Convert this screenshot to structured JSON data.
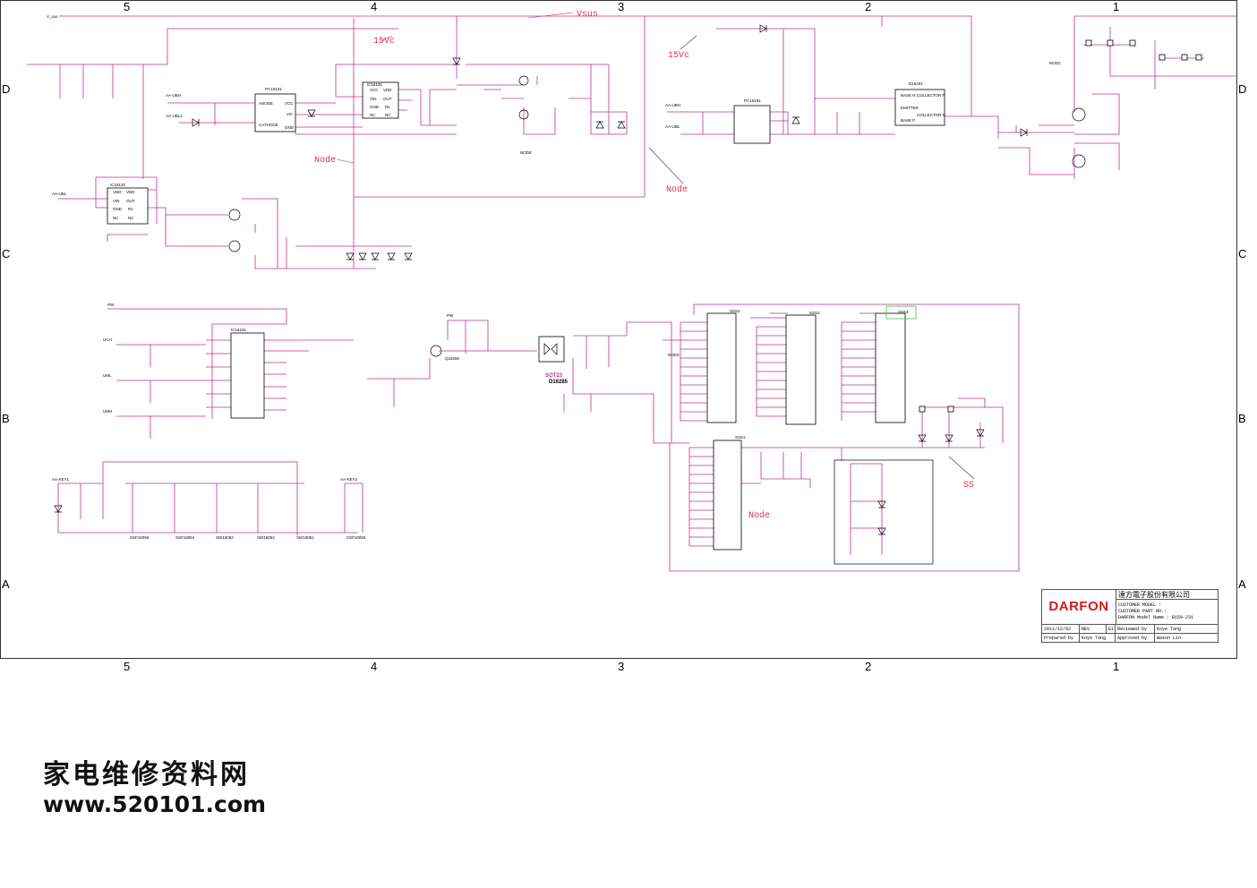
{
  "zones": {
    "columns": [
      "5",
      "4",
      "3",
      "2",
      "1"
    ],
    "rows": [
      "D",
      "C",
      "B",
      "A"
    ]
  },
  "net_labels": {
    "vsus": "Vsus",
    "v15_a": "15Vc",
    "v15_b": "15Vc",
    "node_a": "Node",
    "node_b": "Node",
    "node_c": "Node",
    "ss": "SS"
  },
  "components": {
    "ic_top": "IC16131",
    "pc_top": "PC16131",
    "ic_left": "IC16132",
    "pc_right": "PC16191",
    "d_right": "D16191",
    "ic_mid": "IC16241",
    "q_mid": "Q16290",
    "d_mid": "D16285",
    "sot": "SOT23",
    "sss2": "SSS2",
    "sss3": "SSS3",
    "sss1": "SSS1",
    "ss_box": "SSS4",
    "sw1": "SSF16056",
    "sw2": "SSF16054",
    "sw3": "SW16053",
    "sw4": "SW16052",
    "sw5": "SW16051",
    "sw6": "SSF16050"
  },
  "pins": {
    "pc_top": [
      "ANODE",
      "CATHODE",
      "VCC",
      "VO",
      "GND"
    ],
    "ic_top": [
      "VCC",
      "VDD",
      "VIN",
      "OUT",
      "GND",
      "Rs",
      "NC",
      "NC"
    ],
    "ic_left": [
      "VDD",
      "VDD",
      "VIN",
      "OUT",
      "GND",
      "Rs",
      "NC",
      "NC"
    ],
    "d_right": [
      "BASE N COLLECTOR P",
      "EMITTER",
      "BASE P",
      "COLLECTOR N"
    ]
  },
  "signals": {
    "v_sus": "V_sus",
    "aa_ubh": "AA-UBH",
    "aa_ubl": "AA-UBL2",
    "aa_ubl_left": "AA-UBL",
    "aa_ubh_r": "AA-UBH",
    "aa_ubl_r": "AA-UBL",
    "pw": "PW",
    "uch": "UCH",
    "uml": "UML",
    "umh": "UMH",
    "aa_key1": "AA-KEY1",
    "aa_key2": "AA-KEY2",
    "nodc": "NODC",
    "node_small": "NODE"
  },
  "title_block": {
    "logo": "DARFON",
    "company": "達方電子股份有限公司",
    "customer_model": "CUSTOMER MODEL :",
    "customer_part": "CUSTOMER PART NO.:",
    "model_name": "DARFON Model Name : B159-231",
    "date": "2011/12/02",
    "rev_label": "REV.",
    "rev": "E1",
    "reviewed_label": "Reviewed by",
    "reviewer": "Koye Tang",
    "prepared_label": "Prepared by",
    "preparer": "Koye Tang",
    "approved_label": "Approved by",
    "approver": "Wason Lin"
  },
  "watermark": {
    "line1": "家电维修资料网",
    "line2": "www.520101.com"
  }
}
